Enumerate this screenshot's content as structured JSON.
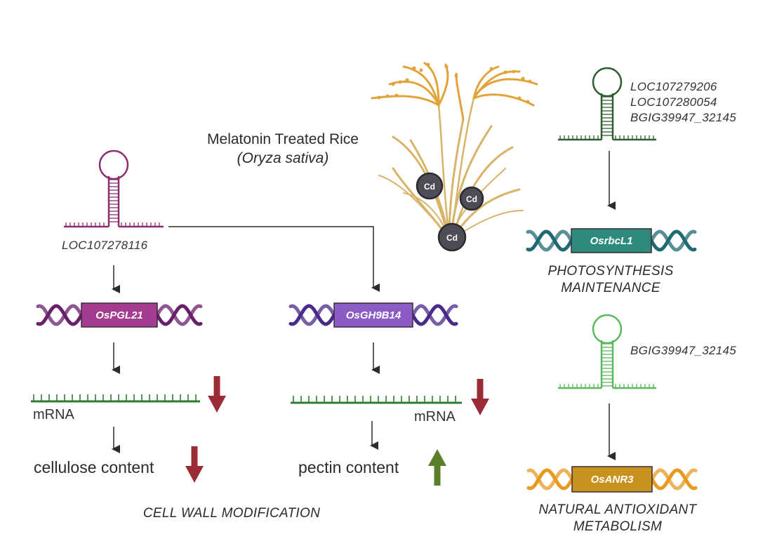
{
  "title": {
    "line1": "Melatonin Treated Rice",
    "line2": "(Oryza sativa)"
  },
  "cadmium_labels": [
    "Cd",
    "Cd",
    "Cd"
  ],
  "left_pathway": {
    "mirna_locus": "LOC107278116",
    "mirna_color": "#8b2f6f",
    "gene_a": {
      "name": "OsPGL21",
      "color": "#a63c8f",
      "helix_color": "#6a1f6a",
      "mrna_label": "mRNA",
      "mrna_direction": "down",
      "content_label": "cellulose content",
      "content_direction": "down"
    },
    "gene_b": {
      "name": "OsGH9B14",
      "color": "#8a5cc4",
      "helix_color": "#4a2a8a",
      "mrna_label": "mRNA",
      "mrna_direction": "down",
      "content_label": "pectin content",
      "content_direction": "up"
    },
    "caption": "CELL WALL MODIFICATION"
  },
  "right_top": {
    "loci": [
      "LOC107279206",
      "LOC107280054",
      "BGIG39947_32145"
    ],
    "mirna_color": "#2e5d2e",
    "gene": {
      "name": "OsrbcL1",
      "color": "#2e8a7a",
      "helix_color": "#1f6a72"
    },
    "caption_line1": "PHOTOSYNTHESIS",
    "caption_line2": "MAINTENANCE"
  },
  "right_bottom": {
    "loci": [
      "BGIG39947_32145"
    ],
    "mirna_color": "#5cb85c",
    "gene": {
      "name": "OsANR3",
      "color": "#c8921e",
      "helix_color": "#e89a1e"
    },
    "caption_line1": "NATURAL ANTIOXIDANT",
    "caption_line2": "METABOLISM"
  },
  "colors": {
    "down_arrow": "#9b2c36",
    "up_arrow": "#5a7f2a",
    "mrna_strand": "#2e7d32",
    "connector": "#2b2b2b",
    "rice_grain": "#e0a43a",
    "rice_leaf": "#d8b46a",
    "cadmium": "#4d4e55"
  }
}
